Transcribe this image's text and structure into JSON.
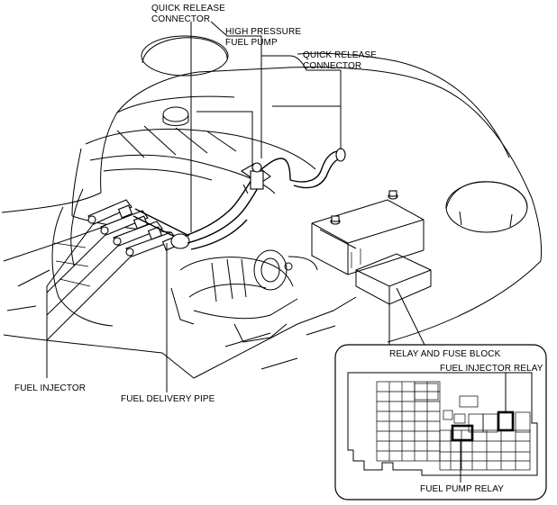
{
  "callouts": {
    "qrc_top_line1": "QUICK RELEASE",
    "qrc_top_line2": "CONNECTOR",
    "hp_pump_line1": "HIGH PRESSURE",
    "hp_pump_line2": "FUEL PUMP",
    "qrc_right_line1": "QUICK RELEASE",
    "qrc_right_line2": "CONNECTOR",
    "fuel_injector": "FUEL INJECTOR",
    "fuel_delivery_pipe": "FUEL DELIVERY PIPE"
  },
  "inset": {
    "title": "RELAY AND FUSE BLOCK",
    "injector_relay": "FUEL INJECTOR RELAY",
    "pump_relay": "FUEL PUMP RELAY"
  }
}
